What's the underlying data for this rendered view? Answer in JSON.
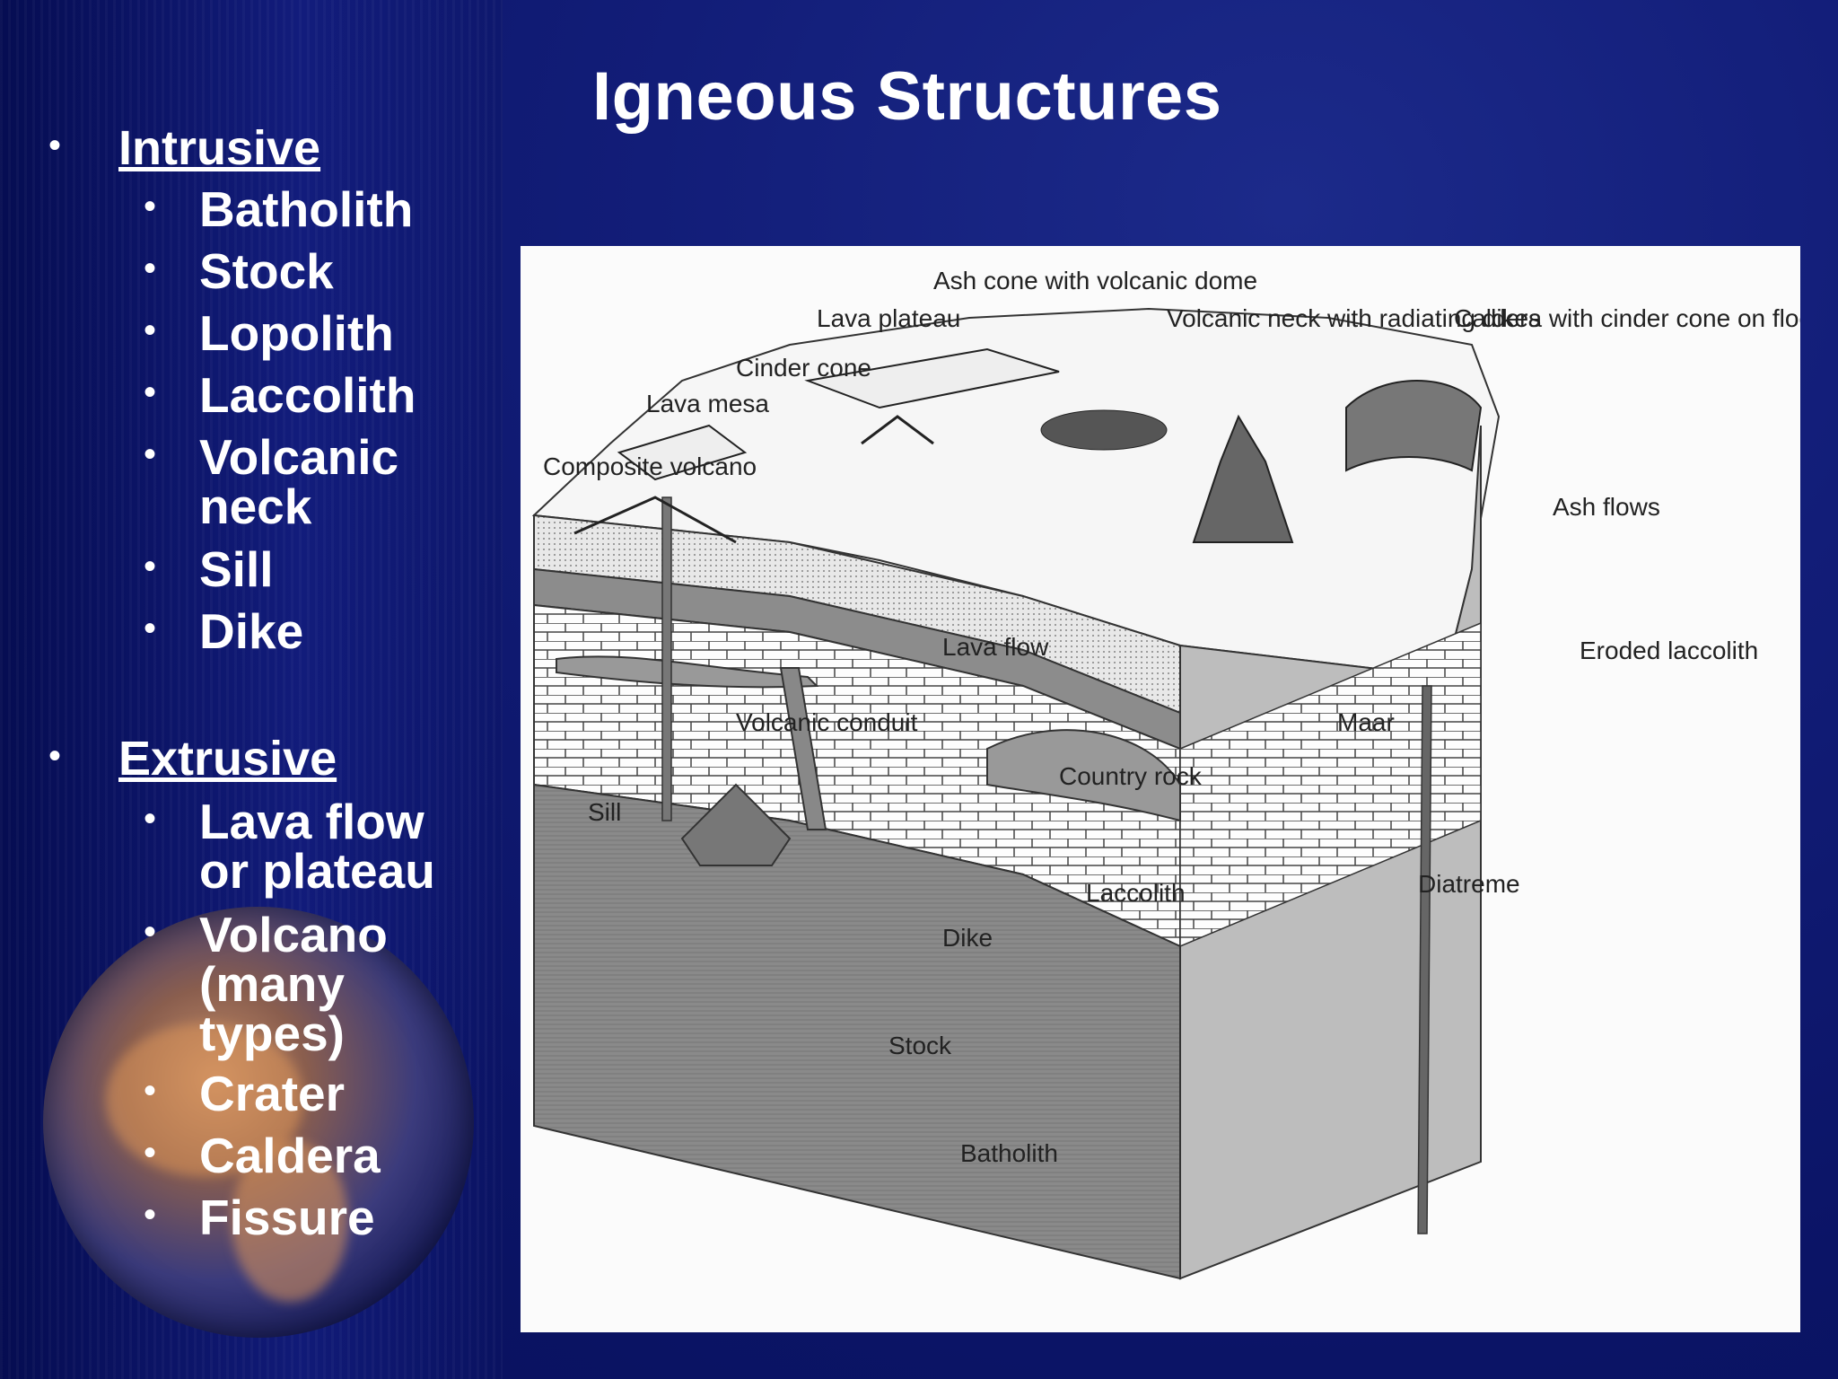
{
  "title": "Igneous Structures",
  "sections": [
    {
      "heading": "Intrusive",
      "items": [
        "Batholith",
        "Stock",
        "Lopolith",
        "Laccolith",
        "Volcanic neck",
        "Sill",
        "Dike"
      ]
    },
    {
      "heading": "Extrusive",
      "items": [
        "Lava flow or plateau",
        "Volcano (many types)",
        "Crater",
        "Caldera",
        "Fissure"
      ]
    }
  ],
  "diagram_labels": {
    "ash_cone": "Ash cone with volcanic dome",
    "lava_plateau": "Lava plateau",
    "cinder_cone": "Cinder cone",
    "lava_mesa": "Lava mesa",
    "composite_volcano": "Composite volcano",
    "volcanic_neck": "Volcanic neck with radiating dikes",
    "caldera": "Caldera with cinder cone on floor",
    "ash_flows": "Ash flows",
    "lava_flow": "Lava flow",
    "eroded_laccolith": "Eroded laccolith",
    "maar": "Maar",
    "volcanic_conduit": "Volcanic conduit",
    "country_rock": "Country rock",
    "sill": "Sill",
    "laccolith": "Laccolith",
    "diatreme": "Diatreme",
    "dike": "Dike",
    "stock": "Stock",
    "batholith": "Batholith"
  }
}
